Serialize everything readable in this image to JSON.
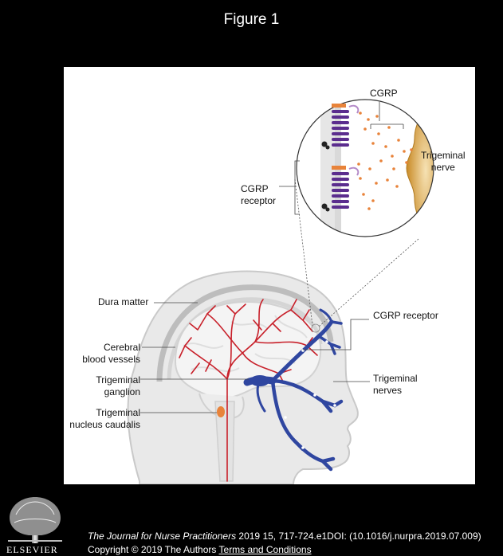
{
  "figure": {
    "title": "Figure 1"
  },
  "labels": {
    "cgrp": "CGRP",
    "trigeminal_nerve_1": "Trigeminal",
    "trigeminal_nerve_2": "nerve",
    "cgrp_receptor_top_1": "CGRP",
    "cgrp_receptor_top_2": "receptor",
    "dura_matter": "Dura matter",
    "cgrp_receptor_right": "CGRP receptor",
    "cerebral_1": "Cerebral",
    "cerebral_2": "blood vessels",
    "trigeminal_ganglion_1": "Trigeminal",
    "trigeminal_ganglion_2": "ganglion",
    "trigeminal_nerves_1": "Trigeminal",
    "trigeminal_nerves_2": "nerves",
    "nucleus_1": "Trigeminal",
    "nucleus_2": "nucleus caudalis"
  },
  "footer": {
    "publisher": "ELSEVIER",
    "journal": "The Journal for Nurse Practitioners",
    "citation": " 2019 15, 717-724.e1DOI: (10.1016/j.nurpra.2019.07.009)",
    "copyright": "Copyright © 2019 The Authors ",
    "terms_link": "Terms and Conditions"
  },
  "colors": {
    "background": "#000000",
    "panel": "#ffffff",
    "nerve": "#2f46a0",
    "vessel": "#c8202a",
    "receptor": "#5b2d8e",
    "neuron": "#d9a23a",
    "cgrp_dot": "#e8833a"
  }
}
